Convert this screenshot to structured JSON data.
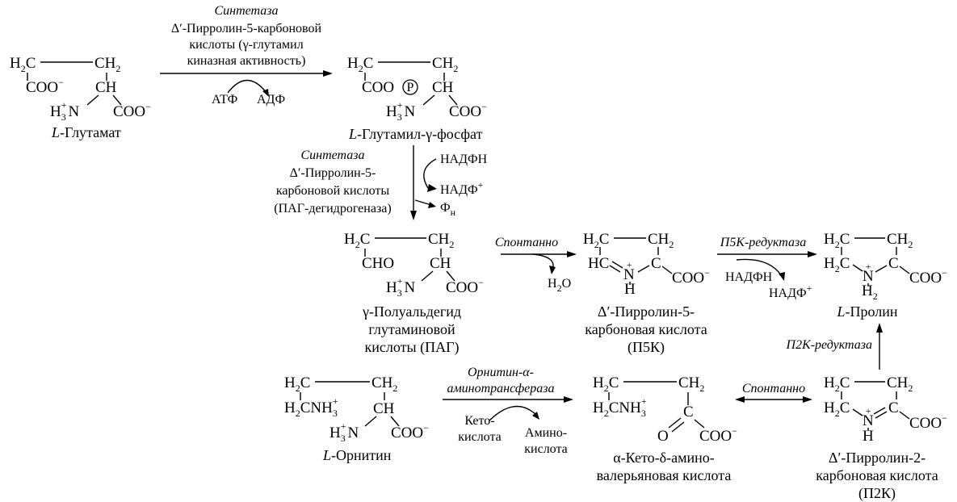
{
  "glutamate": {
    "ch2a": "H",
    "ch2a_sub": "2",
    "ch2a_c": "C",
    "ch2b": "CH",
    "ch2b_sub": "2",
    "coo1": "COO",
    "coo1_sup": "−",
    "ch": "CH",
    "n": "N",
    "n_h": "H",
    "n_sub": "3",
    "n_plus": "+",
    "coo2": "COO",
    "coo2_sup": "−",
    "name_prefix": "L",
    "name": "-Глутамат"
  },
  "step1": {
    "enzyme": "Синтетаза",
    "line1": "Δ′-Пирролин-5-карбоновой",
    "line2": "кислоты (γ-глутамил",
    "line3": "киназная активность)",
    "cof_in": "АТФ",
    "cof_out": "АДФ"
  },
  "glutamylphosphate": {
    "ch2a": "H",
    "ch2a_sub": "2",
    "ch2a_c": "C",
    "ch2b": "CH",
    "ch2b_sub": "2",
    "coop": "COO",
    "p": "P",
    "ch": "CH",
    "n": "N",
    "n_h": "H",
    "n_sub": "3",
    "n_plus": "+",
    "coo2": "COO",
    "coo2_sup": "−",
    "name_prefix": "L",
    "name": "-Глутамил-γ-фосфат"
  },
  "step2": {
    "enzyme": "Синтетаза",
    "line1": "Δ′-Пирролин-5-",
    "line2": "карбоновой кислоты",
    "line3": "(ПАГ-дегидрогеназа)",
    "cof_in": "НАДФН",
    "cof_out": "НАДФ",
    "cof_out_sup": "+",
    "pi": "Ф",
    "pi_sub": "н"
  },
  "pag": {
    "ch2a": "H",
    "ch2a_sub": "2",
    "ch2a_c": "C",
    "ch2b": "CH",
    "ch2b_sub": "2",
    "cho": "CHO",
    "ch": "CH",
    "n": "N",
    "n_h": "H",
    "n_sub": "3",
    "n_plus": "+",
    "coo2": "COO",
    "coo2_sup": "−",
    "name1": "γ-Полуальдегид",
    "name2": "глутаминовой",
    "name3": "кислоты (ПАГ)"
  },
  "step3": {
    "label": "Спонтанно",
    "water": "H",
    "water_sub": "2",
    "water_o": "O"
  },
  "p5c": {
    "h2c": "H",
    "h2c_sub": "2",
    "h2c_c": "C",
    "ch2": "CH",
    "ch2_sub": "2",
    "hc": "HC",
    "c": "C",
    "n": "N",
    "n_plus": "+",
    "h": "H",
    "coo": "COO",
    "coo_sup": "−",
    "name1": "Δ′-Пирролин-5-",
    "name2": "карбоновая кислота",
    "name3": "(П5К)"
  },
  "step4": {
    "enzyme": "П5К-редуктаза",
    "cof_in": "НАДФН",
    "cof_out": "НАДФ",
    "cof_out_sup": "+"
  },
  "proline": {
    "h2c_top": "H",
    "h2c_top_sub": "2",
    "h2c_top_c": "C",
    "ch2": "CH",
    "ch2_sub": "2",
    "h2c_bot": "H",
    "h2c_bot_sub": "2",
    "h2c_bot_c": "C",
    "c": "C",
    "n": "N",
    "n_plus": "+",
    "h2": "H",
    "h2_sub": "2",
    "coo": "COO",
    "coo_sup": "−",
    "name_prefix": "L",
    "name": "-Пролин"
  },
  "step5": {
    "enzyme": "П2К-редуктаза"
  },
  "ornithine": {
    "h2c": "H",
    "h2c_sub": "2",
    "h2c_c": "C",
    "ch2": "CH",
    "ch2_sub": "2",
    "h2cnh3": "H",
    "h2cnh3_sub": "2",
    "h2cnh3_cnh": "CNH",
    "h2cnh3_sub2": "3",
    "h2cnh3_plus": "+",
    "ch": "CH",
    "n": "N",
    "n_h": "H",
    "n_sub": "3",
    "n_plus": "+",
    "coo": "COO",
    "coo_sup": "−",
    "name_prefix": "L",
    "name": "-Орнитин"
  },
  "step6": {
    "enzyme1": "Орнитин-α-",
    "enzyme2": "аминотрансфераза",
    "cof_in1": "Кето-",
    "cof_in2": "кислота",
    "cof_out1": "Амино-",
    "cof_out2": "кислота"
  },
  "ketoacid": {
    "h2c": "H",
    "h2c_sub": "2",
    "h2c_c": "C",
    "ch2": "CH",
    "ch2_sub": "2",
    "h2cnh3": "H",
    "h2cnh3_sub": "2",
    "h2cnh3_cnh": "CNH",
    "h2cnh3_sub2": "3",
    "h2cnh3_plus": "+",
    "o": "O",
    "c": "C",
    "coo": "COO",
    "coo_sup": "−",
    "name1": "α-Кето-δ-амино-",
    "name2": "валерьяновая кислота"
  },
  "step7": {
    "label": "Спонтанно"
  },
  "p2c": {
    "h2c_top": "H",
    "h2c_top_sub": "2",
    "h2c_top_c": "C",
    "ch2": "CH",
    "ch2_sub": "2",
    "h2c_bot": "H",
    "h2c_bot_sub": "2",
    "h2c_bot_c": "C",
    "c": "C",
    "n": "N",
    "n_plus": "+",
    "h": "H",
    "coo": "COO",
    "coo_sup": "−",
    "name1": "Δ′-Пирролин-2-",
    "name2": "карбоновая кислота",
    "name3": "(П2К)"
  }
}
